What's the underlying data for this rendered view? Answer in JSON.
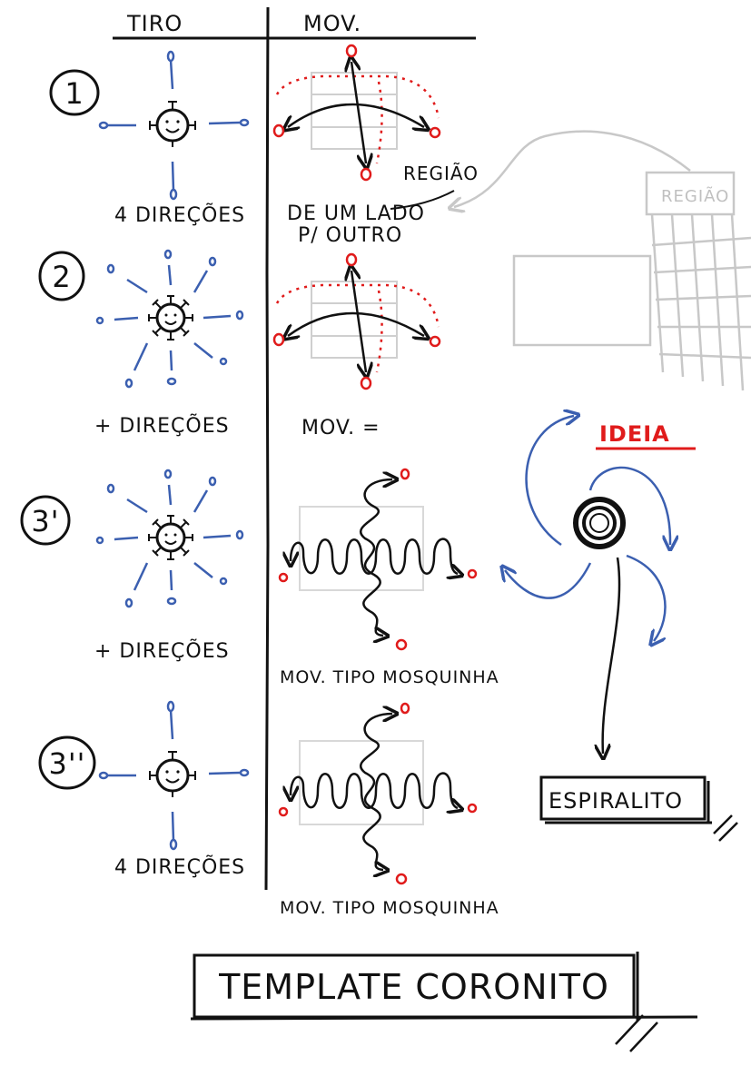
{
  "header": {
    "col_tiro": "TIRO",
    "col_mov": "MOV."
  },
  "rows": [
    {
      "number": "1",
      "tiro_caption": "4 DIREÇÕES",
      "mov_caption_line1": "DE UM LADO",
      "mov_caption_line2": "P/ OUTRO",
      "mov_note": "REGIÃO"
    },
    {
      "number": "2",
      "tiro_caption": "+ DIREÇÕES",
      "mov_caption_line1": "MOV. ="
    },
    {
      "number": "3'",
      "tiro_caption": "+ DIREÇÕES",
      "mov_caption_line1": "MOV. TIPO MOSQUINHA"
    },
    {
      "number": "3''",
      "tiro_caption": "4 DIREÇÕES",
      "mov_caption_line1": "MOV. TIPO MOSQUINHA"
    }
  ],
  "sketch": {
    "region_label": "REGIÃO"
  },
  "idea": {
    "label": "IDEIA",
    "name": "ESPIRALITO"
  },
  "footer": {
    "title": "TEMPLATE CORONITO"
  },
  "colors": {
    "ink": "#111111",
    "blue": "#3b5fb0",
    "red": "#e01b1b",
    "grey": "#c8c8c8"
  }
}
